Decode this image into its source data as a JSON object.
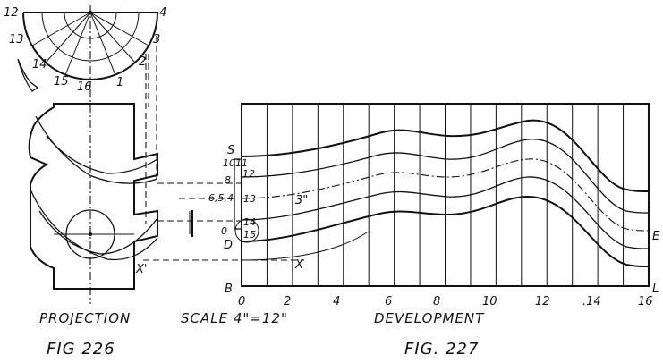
{
  "semicircle_labels": [
    "12",
    "4",
    "13",
    "3",
    "14",
    "2",
    "15",
    "16",
    "1"
  ],
  "projection_labels": {
    "x_prime": "X'"
  },
  "development_labels": {
    "s": "S",
    "b": "B",
    "d": "D",
    "e": "E",
    "l": "L",
    "x": "X",
    "three_inch": "3\"",
    "left_numbers": [
      "10",
      "11",
      "8",
      "12",
      "6,5,4",
      "13",
      "14",
      "0",
      "15"
    ]
  },
  "bottom_ticks": [
    "0",
    "2",
    "4",
    "6",
    "8",
    "10",
    "12",
    ".14",
    "16"
  ],
  "captions": {
    "projection": "PROJECTION",
    "scale": "SCALE 4\"=12\"",
    "development": "DEVELOPMENT",
    "fig226": "FIG 226",
    "fig227": "FIG. 227"
  }
}
